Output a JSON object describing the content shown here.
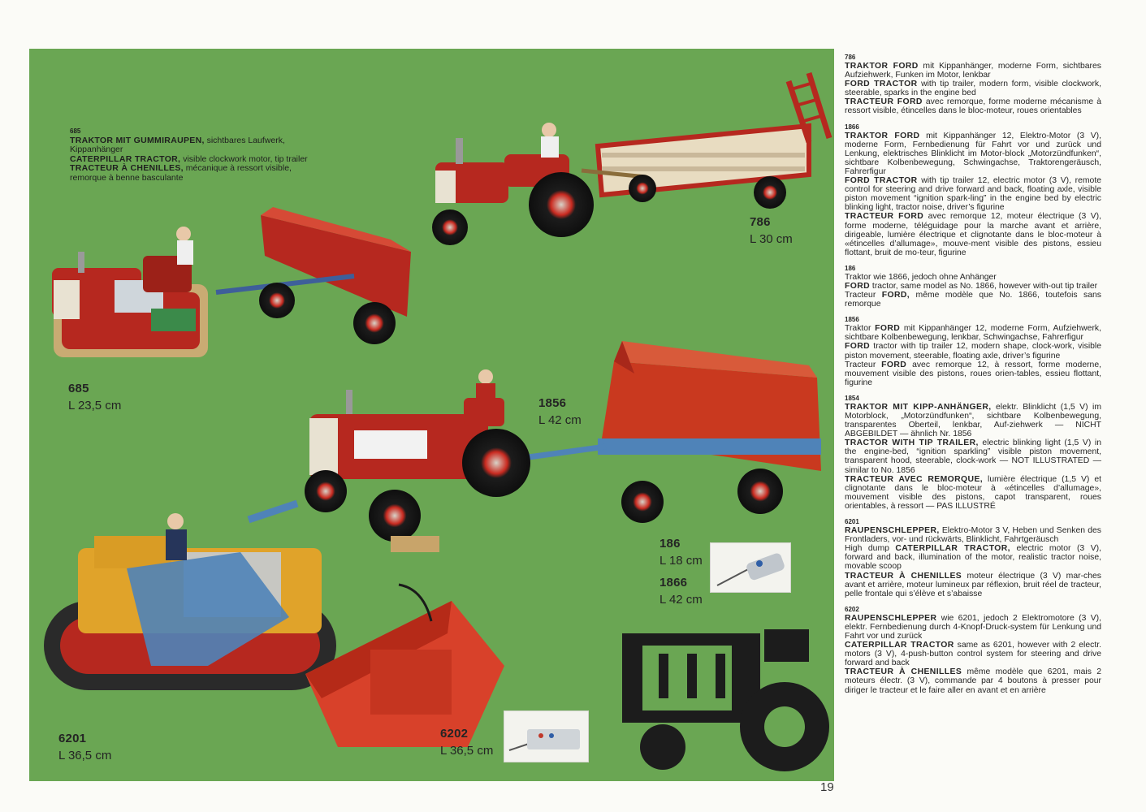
{
  "page_number": "19",
  "colors": {
    "background_green": "#6aa653",
    "tractor_red": "#b6281f",
    "bulldozer_yellow": "#e0a32a",
    "trailer_blue": "#4f83b8"
  },
  "image_labels": [
    {
      "id": "786",
      "number": "786",
      "length": "L 30 cm"
    },
    {
      "id": "685",
      "number": "685",
      "length": "L 23,5 cm"
    },
    {
      "id": "1856",
      "number": "1856",
      "length": "L 42 cm"
    },
    {
      "id": "186",
      "number": "186",
      "length": "L 18 cm"
    },
    {
      "id": "1866",
      "number": "1866",
      "length": "L 42 cm"
    },
    {
      "id": "6201",
      "number": "6201",
      "length": "L 36,5 cm"
    },
    {
      "id": "6202",
      "number": "6202",
      "length": "L 36,5 cm"
    }
  ],
  "inset_685": {
    "code": "685",
    "de_bold": "TRAKTOR MIT GUMMIRAUPEN,",
    "de_text": " sichtbares Laufwerk, Kippanhänger",
    "en_bold": "CATERPILLAR TRACTOR,",
    "en_text": " visible clockwork motor, tip trailer",
    "fr_bold": "TRACTEUR À CHENILLES,",
    "fr_text": " mécanique à ressort visible, remorque à benne basculante"
  },
  "entries": [
    {
      "code": "786",
      "lines": [
        {
          "bold": "TRAKTOR FORD",
          "text": " mit Kippanhänger, moderne Form, sichtbares Aufziehwerk, Funken im Motor, lenkbar"
        },
        {
          "bold": "FORD TRACTOR",
          "text": " with tip trailer, modern form, visible clockwork, steerable, sparks in the engine bed"
        },
        {
          "bold": "TRACTEUR FORD",
          "text": " avec remorque, forme moderne mécanisme à ressort visible, étincelles dans le bloc-moteur, roues orientables"
        }
      ]
    },
    {
      "code": "1866",
      "lines": [
        {
          "bold": "TRAKTOR FORD",
          "text": " mit Kippanhänger 12, Elektro-Motor (3 V), moderne Form, Fernbedienung für Fahrt vor und zurück und Lenkung, elektrisches Blinklicht im Motor-block „Motorzündfunken“, sichtbare Kolbenbewegung, Schwingachse, Traktorengeräusch, Fahrerfigur"
        },
        {
          "bold": "FORD TRACTOR",
          "text": " with tip trailer 12, electric motor (3 V), remote control for steering and drive forward and back, floating axle, visible piston movement “ignition spark-ling” in the engine bed by electric blinking light, tractor noise, driver’s figurine"
        },
        {
          "bold": "TRACTEUR FORD",
          "text": " avec remorque 12, moteur électrique (3 V), forme moderne, téléguidage pour la marche avant et arrière, dirigeable, lumière électrique et clignotante dans le bloc-moteur à «étincelles d’allumage», mouve-ment visible des pistons, essieu flottant, bruit de mo-teur, figurine"
        }
      ]
    },
    {
      "code": "186",
      "lines": [
        {
          "bold": "",
          "text": "Traktor wie 1866, jedoch ohne Anhänger"
        },
        {
          "bold": "FORD",
          "text": " tractor, same model as No. 1866, however with-out tip trailer"
        },
        {
          "pre": "Tracteur ",
          "bold": "FORD,",
          "text": " même modèle que No. 1866, toutefois sans remorque"
        }
      ]
    },
    {
      "code": "1856",
      "lines": [
        {
          "pre": "Traktor ",
          "bold": "FORD",
          "text": " mit Kippanhänger 12, moderne Form, Aufziehwerk, sichtbare Kolbenbewegung, lenkbar, Schwingachse, Fahrerfigur"
        },
        {
          "bold": "FORD",
          "text": " tractor with tip trailer 12, modern shape, clock-work, visible piston movement, steerable, floating axle, driver’s figurine"
        },
        {
          "pre": "Tracteur ",
          "bold": "FORD",
          "text": " avec remorque 12, à ressort, forme moderne, mouvement visible des pistons, roues orien-tables, essieu flottant, figurine"
        }
      ]
    },
    {
      "code": "1854",
      "lines": [
        {
          "bold": "TRAKTOR MIT KIPP-ANHÄNGER,",
          "text": " elektr. Blinklicht (1,5 V) im Motorblock, „Motorzündfunken“, sichtbare Kolbenbewegung, transparentes Oberteil, lenkbar, Auf-ziehwerk — NICHT ABGEBILDET — ähnlich Nr. 1856"
        },
        {
          "bold": "TRACTOR WITH TIP TRAILER,",
          "text": " electric blinking light (1,5 V) in the engine-bed, “ignition sparkling” visible piston movement, transparent hood, steerable, clock-work — NOT ILLUSTRATED — similar to No. 1856"
        },
        {
          "bold": "TRACTEUR AVEC REMORQUE,",
          "text": " lumière électrique (1,5 V) et clignotante dans le bloc-moteur à «étincelles d’allumage», mouvement visible des pistons, capot transparent, roues orientables, à ressort — PAS ILLUSTRÉ"
        }
      ]
    },
    {
      "code": "6201",
      "lines": [
        {
          "bold": "RAUPENSCHLEPPER,",
          "text": " Elektro-Motor 3 V, Heben und Senken des Frontladers, vor- und rückwärts, Blinklicht, Fahrtgeräusch"
        },
        {
          "pre": "High dump ",
          "bold": "CATERPILLAR TRACTOR,",
          "text": " electric motor (3 V), forward and back, illumination of the motor, realistic tractor noise, movable scoop"
        },
        {
          "bold": "TRACTEUR À CHENILLES",
          "text": " moteur électrique (3 V) mar-ches avant et arrière, moteur lumineux par réflexion, bruit réel de tracteur, pelle frontale qui s’élève et s’abaisse"
        }
      ]
    },
    {
      "code": "6202",
      "lines": [
        {
          "bold": "RAUPENSCHLEPPER",
          "text": " wie 6201, jedoch 2 Elektromotore (3 V), elektr. Fernbedienung durch 4-Knopf-Druck-system für Lenkung und Fahrt vor und zurück"
        },
        {
          "bold": "CATERPILLAR TRACTOR",
          "text": " same as 6201, however with 2 electr. motors (3 V), 4-push-button control system for steering and drive forward and back"
        },
        {
          "bold": "TRACTEUR À CHENILLES",
          "text": " même modèle que 6201, mais 2 moteurs électr. (3 V), commande par 4 boutons à presser pour diriger le tracteur et le faire aller en avant et en arrière"
        }
      ]
    }
  ]
}
